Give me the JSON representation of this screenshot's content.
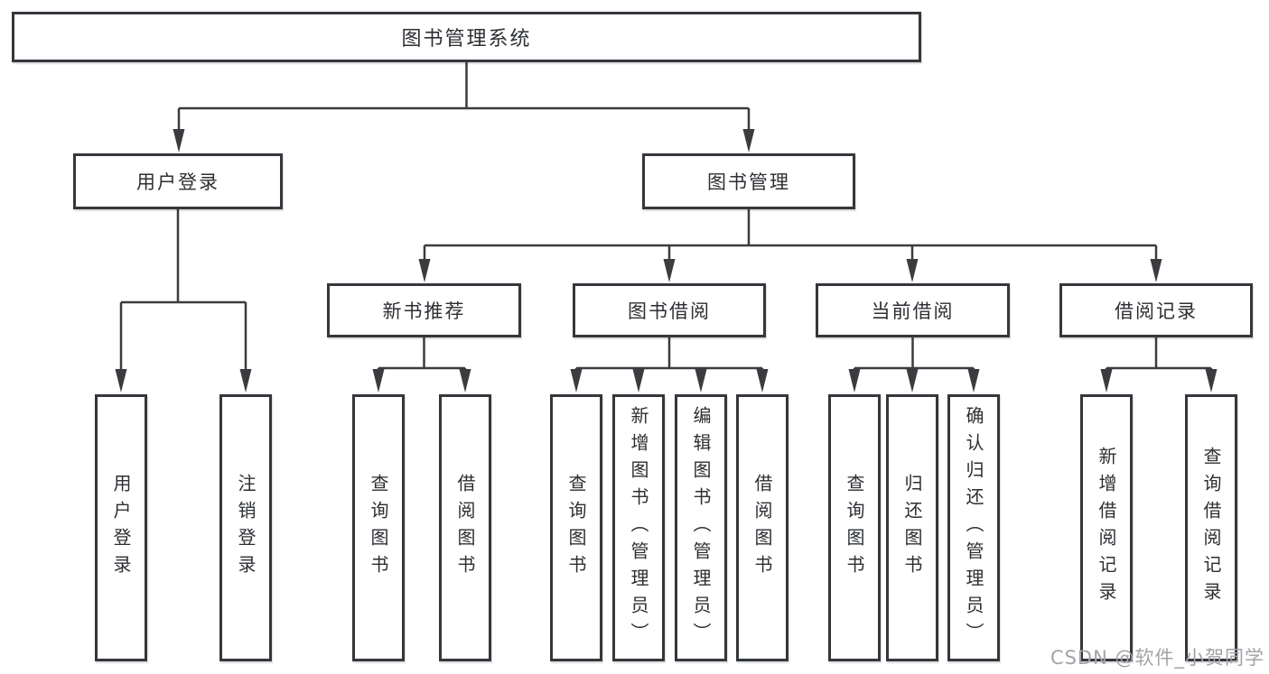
{
  "tree": {
    "root": {
      "label": "图书管理系统"
    },
    "children": [
      {
        "label": "用户登录",
        "children": [
          {
            "label": "用户登录"
          },
          {
            "label": "注销登录"
          }
        ]
      },
      {
        "label": "图书管理",
        "children": [
          {
            "label": "新书推荐",
            "children": [
              {
                "label": "查询图书"
              },
              {
                "label": "借阅图书"
              }
            ]
          },
          {
            "label": "图书借阅",
            "children": [
              {
                "label": "查询图书"
              },
              {
                "label": "新增图书（管理员）"
              },
              {
                "label": "编辑图书（管理员）"
              },
              {
                "label": "借阅图书"
              }
            ]
          },
          {
            "label": "当前借阅",
            "children": [
              {
                "label": "查询图书"
              },
              {
                "label": "归还图书"
              },
              {
                "label": "确认归还（管理员）"
              }
            ]
          },
          {
            "label": "借阅记录",
            "children": [
              {
                "label": "新增借阅记录"
              },
              {
                "label": "查询借阅记录"
              }
            ]
          }
        ]
      }
    ]
  },
  "watermark": {
    "text": "CSDN @软件_小贺同学"
  },
  "colors": {
    "line": "#3a3c3f",
    "box_border": "#34373b",
    "box_fill": "#ffffff",
    "text": "#2c2f33",
    "background": "#ffffff",
    "watermark": "#a2a3a7"
  }
}
